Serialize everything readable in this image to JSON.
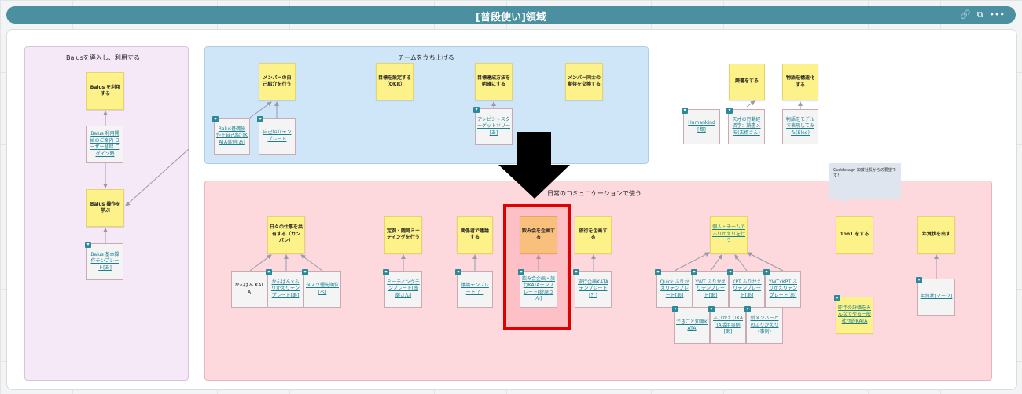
{
  "header": {
    "title": "[普段使い]領域",
    "icons": [
      "link-icon",
      "copy-icon",
      "more-icon"
    ],
    "more_label": "•••"
  },
  "frames": {
    "balus": {
      "title": "Balusを導入し、利用する",
      "color": "#f5e9f7"
    },
    "team": {
      "title": "チームを立ち上げる",
      "color": "#cfe6f9"
    },
    "daily": {
      "title": "日常のコミュニケーションで使う",
      "color": "#fdd8dc"
    }
  },
  "comment": {
    "text": "Cuddecagn 加藤社長からの要望です！"
  },
  "colors": {
    "accent": "#4a90a0",
    "sticky": "#fdf289",
    "highlight": "#e00000",
    "link": "#1a7f8e"
  },
  "nodes": {
    "use_balus": "Balus を利用する",
    "balus_intro": "Balus 利用開始のご案内 ユーザー登録 ログイン時",
    "learn_balus": "Balus 操作を学ぶ",
    "balus_basic": "Balus 基本操作テンプレート[あ]",
    "self_intro": "メンバーの自己紹介を行う",
    "balus_selfintro_case": "Balus基礎操作＋自己紹介KATA事例[あ]",
    "selfintro_tpl": "自己紹介テンプレート",
    "okr": "目標を設定する（OKR）",
    "goal_method": "目標達成方法を明確にする",
    "ambitious_tree": "アンビシャスターゲットツリー[あ]",
    "expectation": "メンバー同士の期待を交換する",
    "reading": "読書をする",
    "humankind": "Humankind [都]",
    "genius_memo": "天才の行動経済学：読書メモ(古橋さん)",
    "story": "物語を構造化する",
    "story_blog": "物語をモデルで表現してみた(Blog)",
    "kanban": "日々の仕事を共有する（カンバン）",
    "kanban_kata": "かんばん KATA",
    "kanban_retro": "かんばん×ふりかえりテンプレート[あ]",
    "task_priority": "タスク優先順位[べ]",
    "meeting": "定例・随時ミーティングを行う",
    "meeting_tpl": "ミーティングテンプレート[南部さん]",
    "discussion": "関係者で議論する",
    "discussion_tpl": "議論テンプレート[？]",
    "drinking": "飲み会を企画する",
    "drinking_tpl": "飲み会企画・旅行KATAテンプレート[鈴原さん]",
    "travel": "旅行を企画する",
    "travel_tpl": "旅行企画KATAテンプレート[？]",
    "retro": "個人・チームでふりかえりを行う",
    "quick_retro": "Quick ふりかえりテンプレート[あ]",
    "ywt_retro": "YWT ふりかえりテンプレート[あ]",
    "kpt_retro": "KPT ふりかえりテンプレート[あ]",
    "ywtkpt_retro": "YWTxKPT ふりかえりテンプレート[あ]",
    "dekigoto_kata": "できごと知識KATA",
    "retro_case": "ふりかえりKATA活用事例[あ]",
    "newmember_retro": "新メンバーとのふりかえり(事例)",
    "one_on_one": "1on1 をする",
    "eval_kata": "昨年の評価をみんなでやる一般社団的KATA",
    "new_year": "年賀状を出す",
    "new_year_card": "年賀状[マーク]"
  }
}
